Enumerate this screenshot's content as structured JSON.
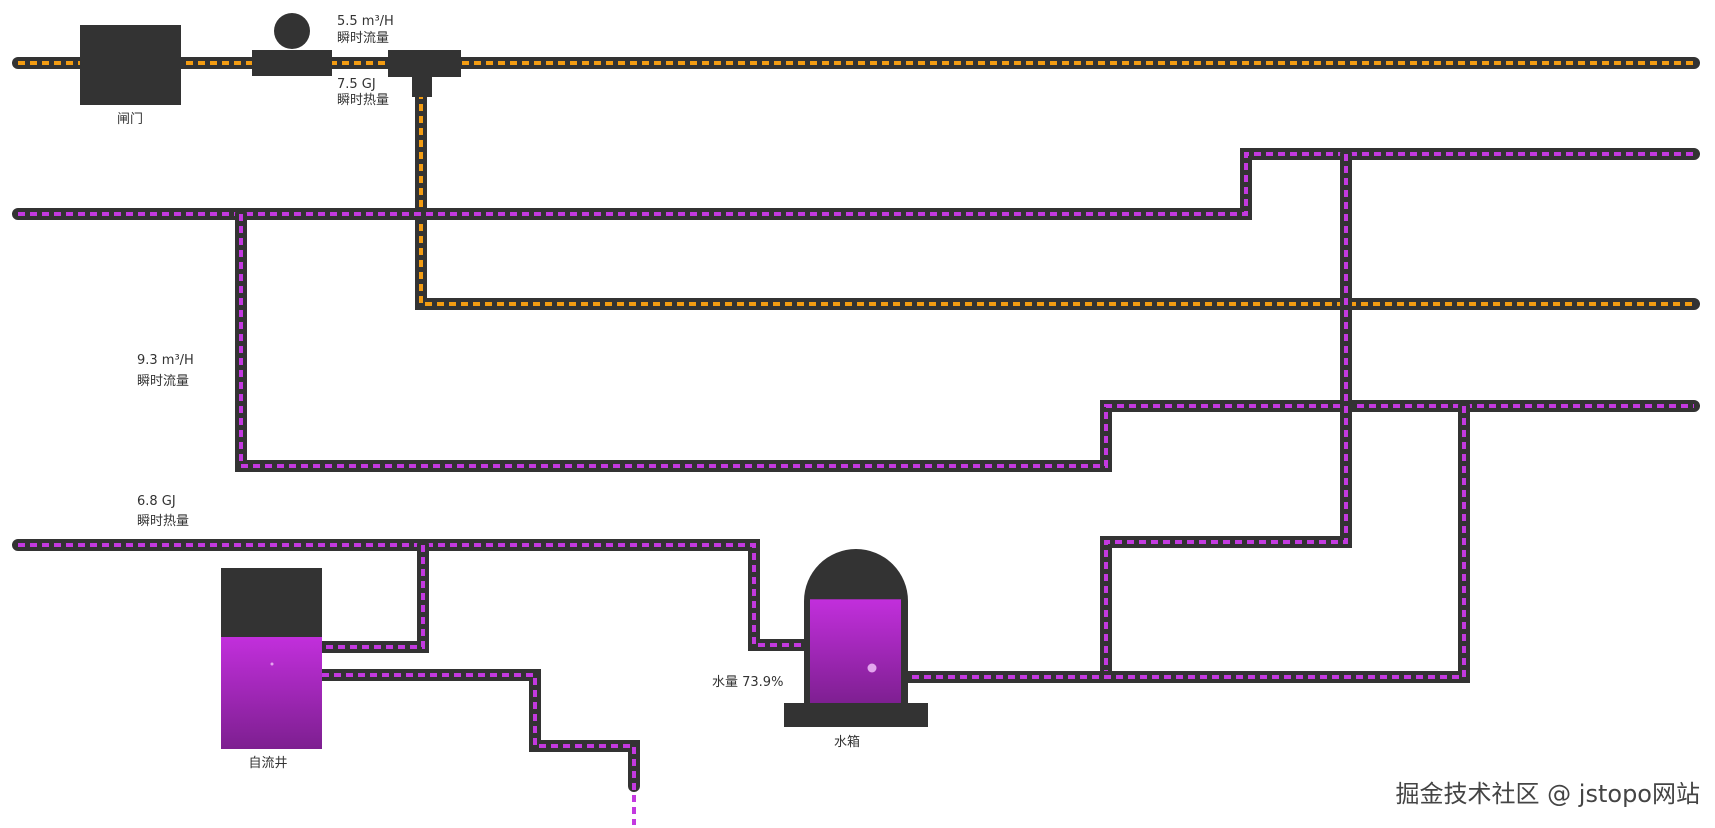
{
  "colors": {
    "pipe": "#333333",
    "hot_flow": "#f39c12",
    "cold_flow": "#c339e0",
    "water_top": "#c22fdc",
    "water_bottom": "#7d1f90",
    "background": "#ffffff"
  },
  "labels": {
    "valve": "闸门",
    "flow_meter_1_value": "5.5 m³/H",
    "flow_meter_1_caption": "瞬时流量",
    "heat_meter_1_value": "7.5 GJ",
    "heat_meter_1_caption": "瞬时热量",
    "flow_meter_2_value": "9.3 m³/H",
    "flow_meter_2_caption": "瞬时流量",
    "heat_meter_2_value": "6.8 GJ",
    "heat_meter_2_caption": "瞬时热量",
    "well": "自流井",
    "tank": "水箱",
    "tank_level": "水量 73.9%",
    "watermark": "掘金技术社区 @ jstopo网站"
  },
  "tank_level_fraction": 0.739,
  "icons": {
    "valve": "valve-block-icon",
    "meter_ball": "meter-circle-icon",
    "tee": "tee-junction-icon"
  }
}
